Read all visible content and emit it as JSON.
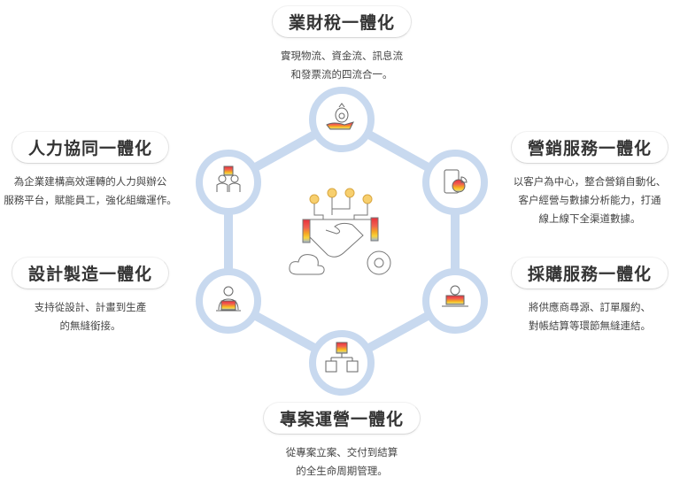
{
  "blocks": [
    {
      "title": "業財稅一體化",
      "desc": [
        "實現物流、資金流、訊息流",
        "和發票流的四流合一。"
      ]
    },
    {
      "title": "人力協同一體化",
      "desc": [
        "為企業建構高效運轉的人力與辦公",
        "服務平台，賦能員工，強化組織運作。"
      ]
    },
    {
      "title": "營銷服務一體化",
      "desc": [
        "以客户為中心，整合營銷自動化、",
        "客户經營与數據分析能力，打通",
        "線上線下全渠道數據。"
      ]
    },
    {
      "title": "設計製造一體化",
      "desc": [
        "支持從設計、計畫到生產",
        "的無縫銜接。"
      ]
    },
    {
      "title": "採購服務一體化",
      "desc": [
        "將供應商尋源、訂單履約、",
        "對帳結算等環節無縫連結。"
      ]
    },
    {
      "title": "專案運營一體化",
      "desc": [
        "從專案立案、交付到結算",
        "的全生命周期管理。"
      ]
    }
  ],
  "colors": {
    "ring": "#c8d9ef",
    "red": "#e8303a",
    "orange": "#f5a623",
    "yellow": "#f9d43b",
    "blue": "#9bb7dc"
  }
}
